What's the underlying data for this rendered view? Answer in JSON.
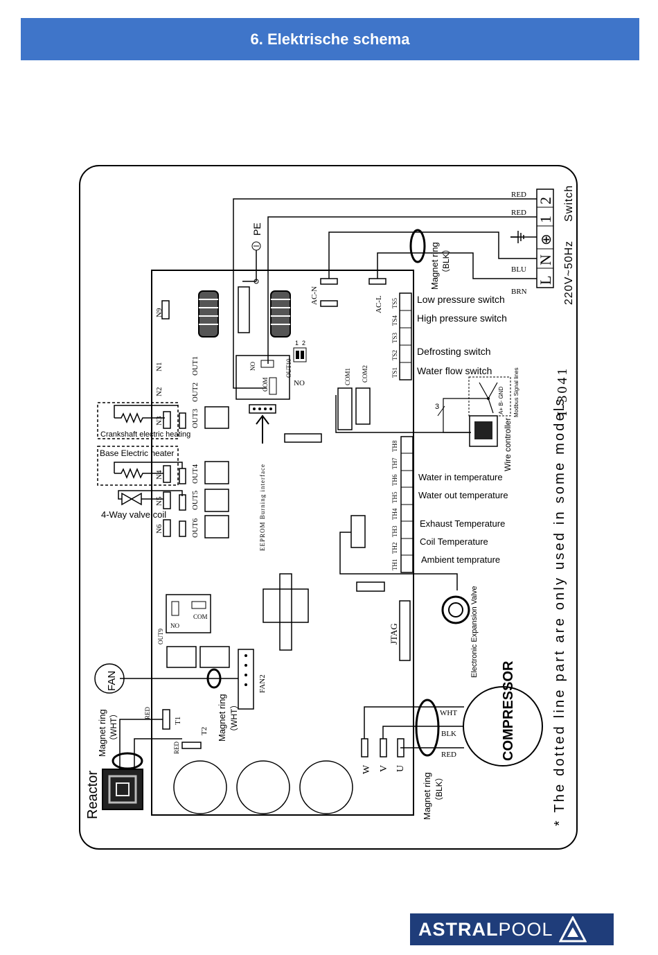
{
  "header": {
    "title": "6.  Elektrische schema"
  },
  "diagram": {
    "model_code": "I-3041",
    "footnote": "* The dotted line part are only used in some models",
    "power": {
      "supply": "220V~50Hz",
      "switch": "Switch",
      "terminals": [
        "L",
        "N",
        "⊕",
        "1",
        "2"
      ],
      "wires": [
        "RED",
        "RED",
        "BLU",
        "BRN"
      ]
    },
    "pe": "PE",
    "magnet_ring": "Magnet ring",
    "blk": "（BLK）",
    "wht": "（WHT）",
    "ac_n": "AC-N",
    "ac_l": "AC-L",
    "switch_ports": [
      "TS5",
      "TS4",
      "TS3",
      "TS2",
      "TS1"
    ],
    "switches": [
      "Low pressure switch",
      "High pressure switch",
      "Defrosting switch",
      "Water flow switch"
    ],
    "com1": "COM1",
    "com2": "COM2",
    "modbus": "Modbus Signal lines",
    "abgnd": "A+ B- GND",
    "wire_controller": "Wire controller",
    "three": "3",
    "temp_ports": [
      "TH8",
      "TH7",
      "TH6",
      "TH5",
      "TH4",
      "TH3",
      "TH2",
      "TH1"
    ],
    "temps": [
      "Water in temperature",
      "Water out temperature",
      "Exhaust Temperature",
      "Coil Temperature",
      "Ambient temprature"
    ],
    "eev": "Electronic Expansion Valve",
    "jtag": "JTAG",
    "eeprom": "EEPROM Burning interface",
    "relays": {
      "n_labels": [
        "N9",
        "N1",
        "N2",
        "N3",
        "N4",
        "N5",
        "N6"
      ],
      "out_labels": [
        "OUT1",
        "OUT2",
        "OUT3",
        "OUT4",
        "OUT5",
        "OUT6",
        "OUT9",
        "OUT10"
      ],
      "no": "NO",
      "com": "COM",
      "one": "1",
      "two": "2"
    },
    "loads": [
      "Crankshaft electric heating",
      "Base Electric heater",
      "4-Way valve coil"
    ],
    "fan": "FAN",
    "fan2": "FAN2",
    "compressor": "COMPRESSOR",
    "reactor": "Reactor",
    "uvw": [
      "W",
      "V",
      "U"
    ],
    "comp_wires": [
      "WHT",
      "BLK",
      "RED"
    ],
    "t1": "T1",
    "t2": "T2",
    "red": "RED"
  },
  "logo": {
    "part1": "ASTRAL",
    "part2": "POOL"
  }
}
